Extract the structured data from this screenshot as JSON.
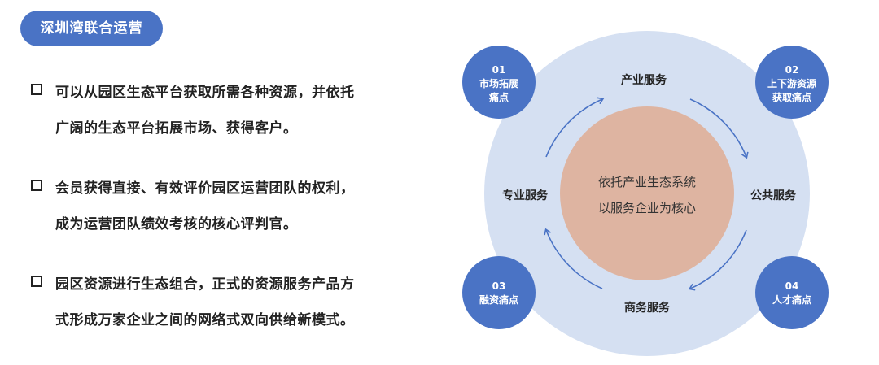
{
  "header": {
    "title": "深圳湾联合运营"
  },
  "bullets": [
    {
      "lines": [
        "可以从园区生态平台获取所需各种资源，并依托",
        "广阔的生态平台拓展市场、获得客户。"
      ]
    },
    {
      "lines": [
        "会员获得直接、有效评价园区运营团队的权利，",
        "成为运营团队绩效考核的核心评判官。"
      ]
    },
    {
      "lines": [
        "园区资源进行生态组合，正式的资源服务产品方",
        "式形成万家企业之间的网络式双向供给新模式。"
      ]
    }
  ],
  "diagram": {
    "center_lines": [
      "依托产业生态系统",
      "以服务企业为核心"
    ],
    "services": {
      "top": "产业服务",
      "right": "公共服务",
      "bottom": "商务服务",
      "left": "专业服务"
    },
    "pain_points": [
      {
        "number": "01",
        "lines": [
          "市场拓展",
          "痛点"
        ]
      },
      {
        "number": "02",
        "lines": [
          "上下游资源",
          "获取痛点"
        ]
      },
      {
        "number": "03",
        "lines": [
          "融资痛点"
        ]
      },
      {
        "number": "04",
        "lines": [
          "人才痛点"
        ]
      }
    ],
    "colors": {
      "outer_circle": "#d5e0f2",
      "inner_circle": "#deb4a1",
      "node": "#4a73c5",
      "arrow": "#4a73c5"
    }
  }
}
